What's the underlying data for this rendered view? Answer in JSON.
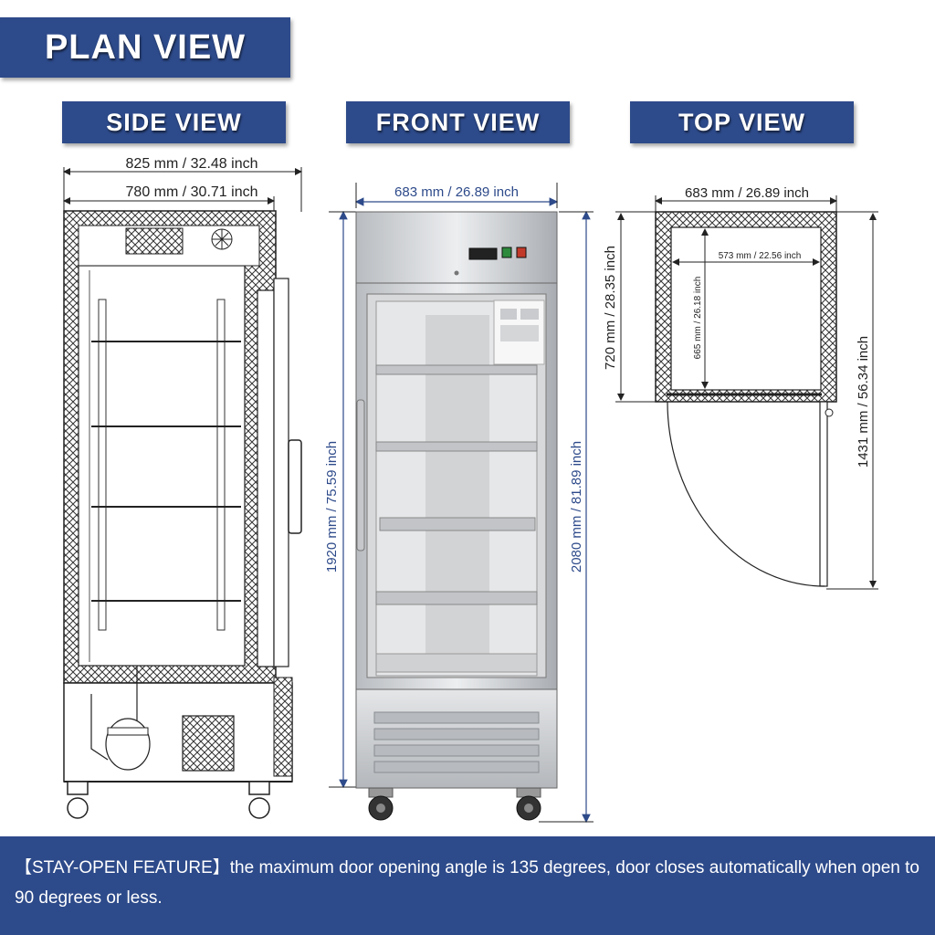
{
  "title": "PLAN VIEW",
  "views": {
    "side": {
      "label": "SIDE VIEW",
      "outer_width": "825 mm / 32.48 inch",
      "inner_width": "780 mm / 30.71 inch"
    },
    "front": {
      "label": "FRONT VIEW",
      "width": "683 mm / 26.89 inch",
      "body_height": "1920 mm / 75.59 inch",
      "total_height": "2080 mm / 81.89 inch"
    },
    "top": {
      "label": "TOP VIEW",
      "outer_width": "683 mm / 26.89 inch",
      "inner_width": "573 mm / 22.56 inch",
      "inner_depth": "665 mm / 26.18 inch",
      "depth": "720 mm / 28.35 inch",
      "depth_door_open": "1431 mm / 56.34 inch"
    }
  },
  "colors": {
    "banner": "#2d4a8a",
    "dimension_blue": "#2d4a8a"
  },
  "feature": {
    "tag": "【STAY-OPEN FEATURE】",
    "text": "the maximum door opening angle is 135 degrees, door closes automatically when open to 90 degrees or less."
  }
}
